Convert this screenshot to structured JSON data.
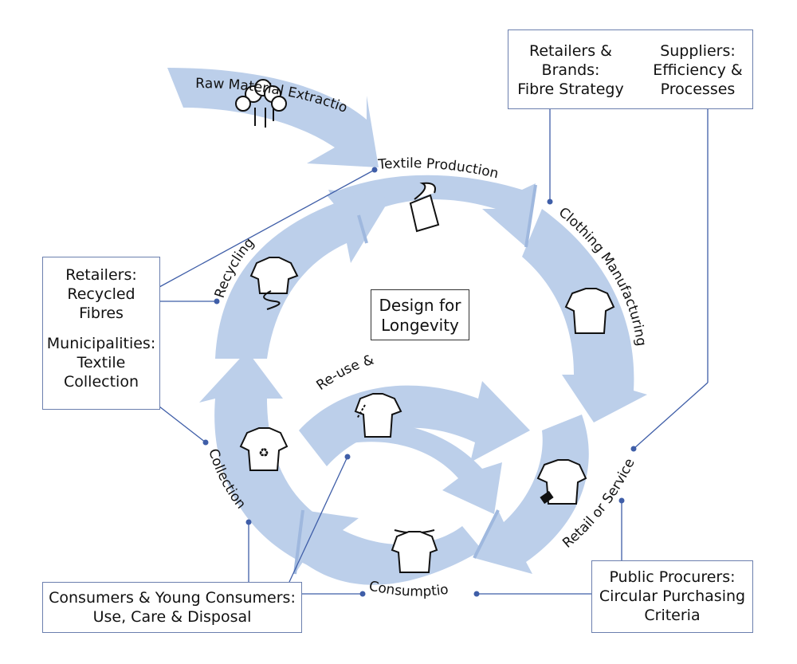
{
  "stages": {
    "raw": "Raw Material Extraction",
    "textile": "Textile Production",
    "clothing": "Clothing Manufacturing",
    "retail": "Retail or Service",
    "consumption": "Consumption",
    "collection": "Collection",
    "recycling": "Recycling",
    "reuse": "Re-use & Repair"
  },
  "center_label": [
    "Design for",
    "Longevity"
  ],
  "boxes": {
    "retailers_brands": [
      "Retailers &",
      "Brands:",
      "Fibre Strategy"
    ],
    "suppliers": [
      "Suppliers:",
      "Efficiency &",
      "Processes"
    ],
    "retailers_recycled": [
      "Retailers:",
      "Recycled",
      "Fibres"
    ],
    "municipalities": [
      "Municipalities:",
      "Textile",
      "Collection"
    ],
    "consumers": [
      "Consumers & Young Consumers:",
      "Use, Care & Disposal"
    ],
    "public_procurers": [
      "Public Procurers:",
      "Circular Purchasing",
      "Criteria"
    ]
  },
  "colors": {
    "arrow": "#bccfea",
    "arrow_edge": "#9fb8de",
    "connector": "#3f5ea8",
    "box_border": "#6b7fae"
  }
}
